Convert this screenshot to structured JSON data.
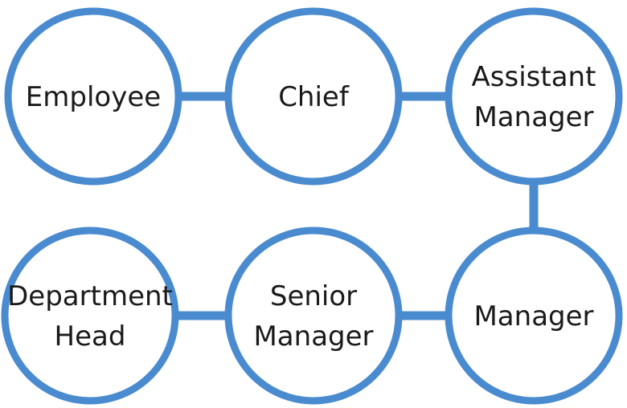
{
  "diagram": {
    "accent_color": "#4a8bd0",
    "nodes": [
      {
        "id": "employee",
        "lines": [
          "Employee"
        ]
      },
      {
        "id": "chief",
        "lines": [
          "Chief"
        ]
      },
      {
        "id": "assistant-manager",
        "lines": [
          "Assistant",
          "Manager"
        ]
      },
      {
        "id": "manager",
        "lines": [
          "Manager"
        ]
      },
      {
        "id": "senior-manager",
        "lines": [
          "Senior",
          "Manager"
        ]
      },
      {
        "id": "department-head",
        "lines": [
          "Department",
          "Head"
        ]
      }
    ],
    "edges": [
      [
        "employee",
        "chief"
      ],
      [
        "chief",
        "assistant-manager"
      ],
      [
        "assistant-manager",
        "manager"
      ],
      [
        "manager",
        "senior-manager"
      ],
      [
        "senior-manager",
        "department-head"
      ]
    ]
  }
}
